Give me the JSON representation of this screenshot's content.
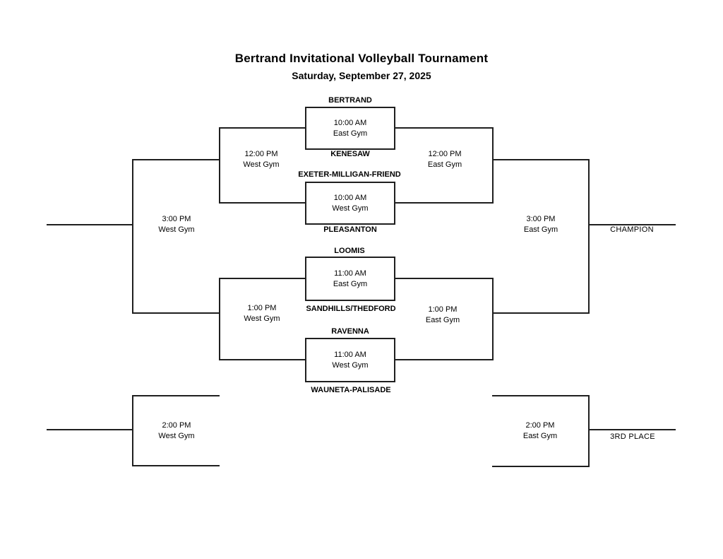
{
  "title": "Bertrand Invitational Volleyball Tournament",
  "date": "Saturday, September 27, 2025",
  "matches": [
    {
      "top_team": "BERTRAND",
      "bottom_team": "KENESAW",
      "time": "10:00 AM",
      "gym": "East Gym"
    },
    {
      "top_team": "EXETER-MILLIGAN-FRIEND",
      "bottom_team": "PLEASANTON",
      "time": "10:00 AM",
      "gym": "West Gym"
    },
    {
      "top_team": "LOOMIS",
      "bottom_team": "SANDHILLS/THEDFORD",
      "time": "11:00 AM",
      "gym": "East Gym"
    },
    {
      "top_team": "RAVENNA",
      "bottom_team": "WAUNETA-PALISADE",
      "time": "11:00 AM",
      "gym": "West Gym"
    }
  ],
  "games": {
    "left_semi_top": {
      "time": "12:00 PM",
      "gym": "West Gym"
    },
    "right_semi_top": {
      "time": "12:00 PM",
      "gym": "East Gym"
    },
    "left_semi_bottom": {
      "time": "1:00 PM",
      "gym": "West Gym"
    },
    "right_semi_bottom": {
      "time": "1:00 PM",
      "gym": "East Gym"
    },
    "left_final": {
      "time": "3:00 PM",
      "gym": "West Gym"
    },
    "right_final": {
      "time": "3:00 PM",
      "gym": "East Gym"
    },
    "left_placement": {
      "time": "2:00 PM",
      "gym": "West Gym"
    },
    "right_placement": {
      "time": "2:00 PM",
      "gym": "East Gym"
    }
  },
  "placements": {
    "champion": "CHAMPION",
    "third": "3RD PLACE"
  },
  "colors": {
    "line": "#1f1f1f",
    "text": "#000000",
    "background": "#ffffff"
  }
}
